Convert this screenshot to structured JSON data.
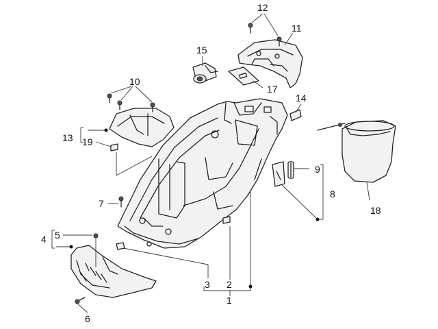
{
  "callouts": {
    "c1": "1",
    "c2": "2",
    "c3": "3",
    "c4": "4",
    "c5": "5",
    "c6": "6",
    "c7": "7",
    "c8": "8",
    "c9": "9",
    "c10": "10",
    "c11": "11",
    "c12": "12",
    "c13": "13",
    "c14": "14",
    "c15": "15",
    "c17": "17",
    "c18": "18",
    "c19": "19"
  }
}
